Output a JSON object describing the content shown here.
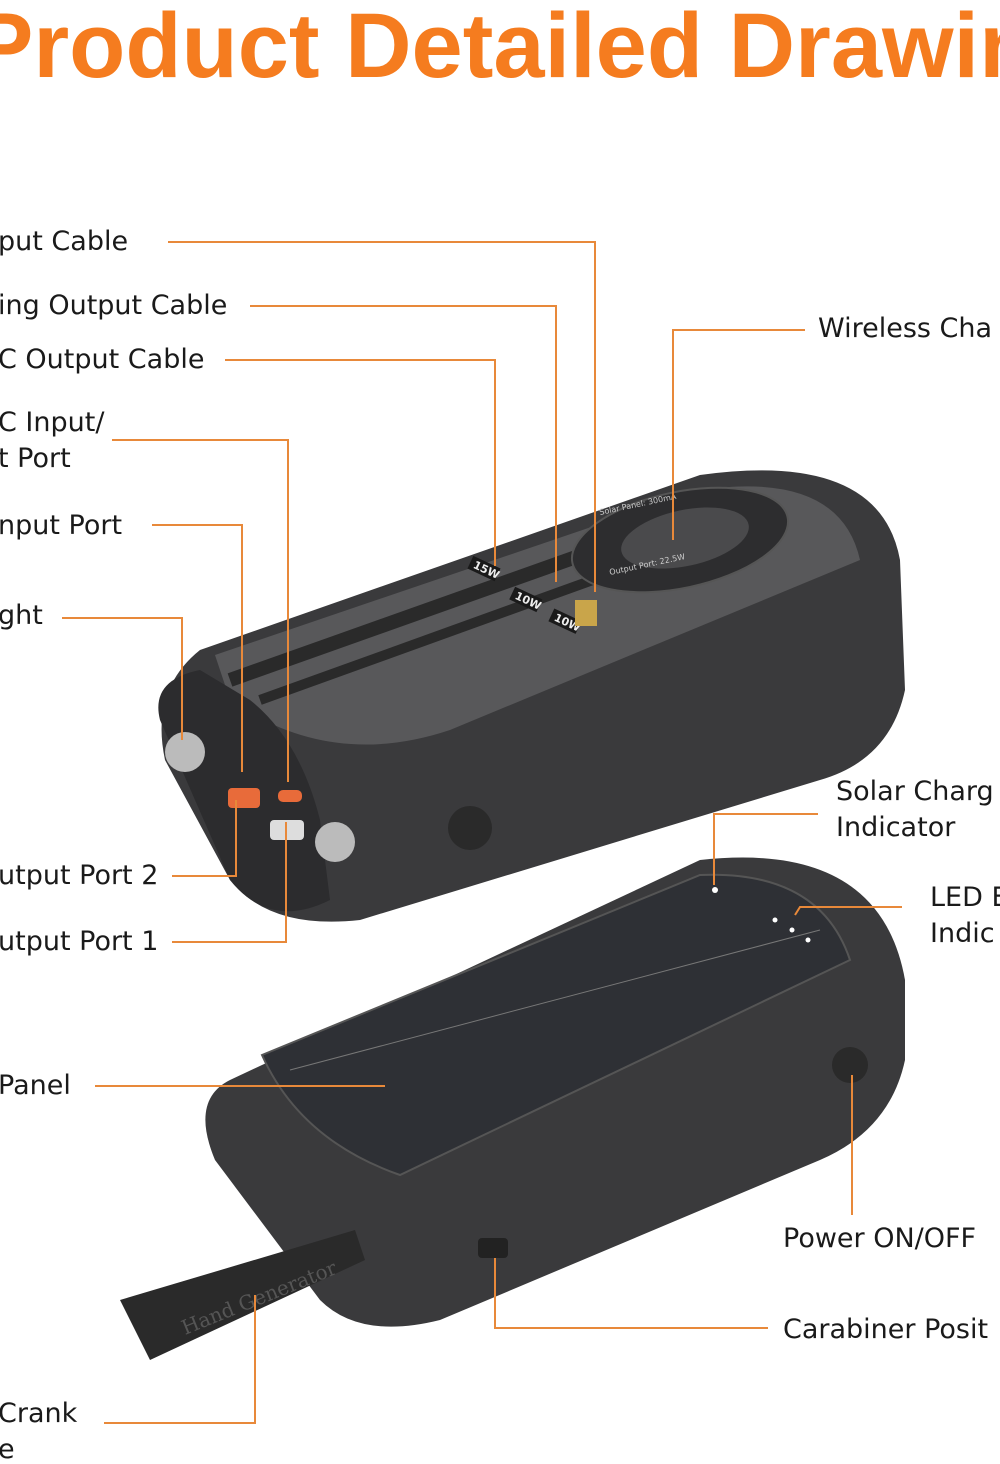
{
  "title": "Product Detailed Drawing",
  "accent_color": "#e8893a",
  "labels": {
    "input_cable": "put Cable",
    "lightning_cable": "ing Output Cable",
    "typec_cable": "C Output Cable",
    "typec_port_1": "C Input/",
    "typec_port_2": "t Port",
    "input_port": "nput Port",
    "flashlight": "ght",
    "output_port_2": "utput Port 2",
    "output_port_1": "utput Port 1",
    "solar_panel": "Panel",
    "crank_1": "Crank",
    "crank_2": "e",
    "wireless": "Wireless Cha",
    "solar_indicator_1": "Solar Charg",
    "solar_indicator_2": "Indicator",
    "led_1": "LED E",
    "led_2": "Indic",
    "power": "Power ON/OFF",
    "carabiner": "Carabiner Posit"
  },
  "device": {
    "cable_badges": [
      "15W",
      "10W",
      "10W"
    ],
    "wireless_text": [
      "Solar Panel: 300mA",
      "Output Port: 22.5W"
    ],
    "crank_text": "Hand Generator"
  }
}
